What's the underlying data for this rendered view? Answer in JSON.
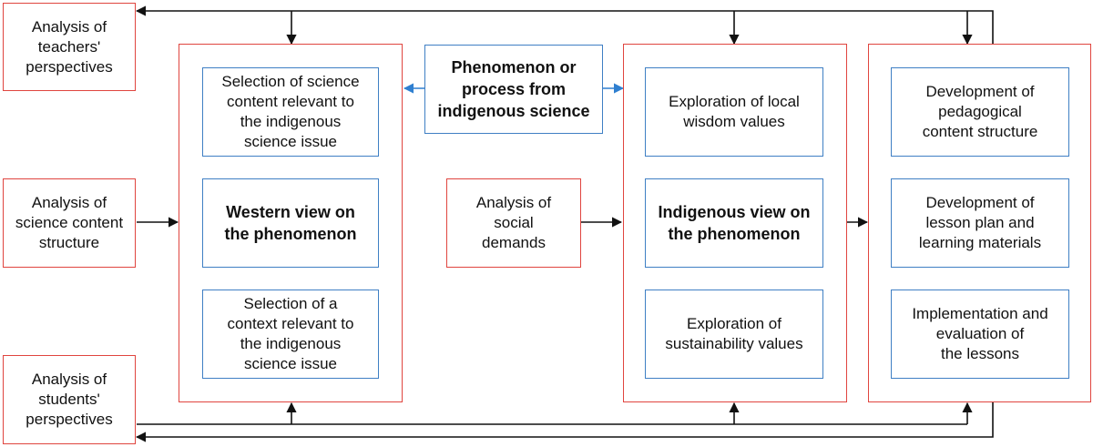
{
  "colors": {
    "red_border": "#e0453f",
    "blue_border": "#3f7fc4",
    "blue_arrow": "#2f7fd0",
    "black": "#111111"
  },
  "diagram": {
    "analysis_teachers": "Analysis of\nteachers'\nperspectives",
    "analysis_content": "Analysis of\nscience content\nstructure",
    "analysis_students": "Analysis of\nstudents'\nperspectives",
    "analysis_social": "Analysis of\nsocial\ndemands",
    "phenomenon": "Phenomenon or\nprocess from\nindigenous science",
    "western_view": "Western view on\nthe phenomenon",
    "selection_content": "Selection of science\ncontent relevant to\nthe indigenous\nscience issue",
    "selection_context": "Selection of a\ncontext relevant to\nthe indigenous\nscience issue",
    "indigenous_view": "Indigenous view on\nthe phenomenon",
    "exploration_wisdom": "Exploration of local\nwisdom values",
    "exploration_sustainability": "Exploration of\nsustainability values",
    "development_structure": "Development of\npedagogical\ncontent structure",
    "development_lesson": "Development of\nlesson plan and\nlearning materials",
    "implementation": "Implementation and\nevaluation of\nthe lessons"
  }
}
